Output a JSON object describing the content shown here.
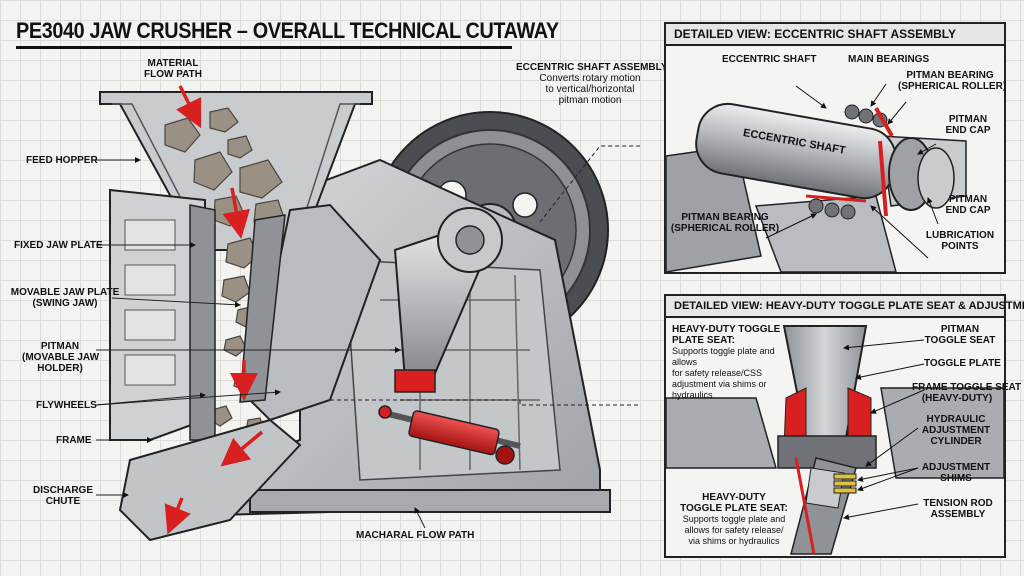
{
  "title": "PE3040 JAW CRUSHER – OVERALL TECHNICAL CUTAWAY",
  "main_labels": {
    "material_flow_path": [
      "MATERIAL",
      "FLOW PATH"
    ],
    "feed_hopper": "FEED HOPPER",
    "fixed_jaw_plate": "FIXED JAW PLATE",
    "movable_jaw_plate": [
      "MOVABLE JAW PLATE",
      "(SWING JAW)"
    ],
    "pitman": [
      "PITMAN",
      "(MOVABLE JAW",
      "HOLDER)"
    ],
    "flywheels": "FLYWHEELS",
    "frame": "FRAME",
    "discharge_chute": [
      "DISCHARGE",
      "CHUTE"
    ],
    "mechanical_flow_path": "MACHARAL FLOW PATH",
    "eccentric_callout": {
      "heading": "ECCENTRIC SHAFT ASSEMBLY:",
      "lines": [
        "Converts rotary motion",
        "to vertical/horizontal",
        "pitman motion"
      ]
    }
  },
  "panel_shaft": {
    "title": "DETAILED VIEW: ECCENTRIC SHAFT ASSEMBLY",
    "shaft_text": "ECCENTRIC SHAFT",
    "labels": {
      "eccentric_shaft": "ECCENTRIC SHAFT",
      "main_bearings": "MAIN BEARINGS",
      "pitman_bearing_top": [
        "PITMAN BEARING",
        "(SPHERICAL ROLLER)"
      ],
      "pitman_end_cap_1": [
        "PITMAN",
        "END CAP"
      ],
      "pitman_end_cap_2": [
        "PITMAN",
        "END CAP"
      ],
      "pitman_bearing_bottom": [
        "PITMAN BEARING",
        "(SPHERICAL ROLLER)"
      ],
      "lubrication_points": [
        "LUBRICATION",
        "POINTS"
      ]
    }
  },
  "panel_toggle": {
    "title": "DETAILED VIEW: HEAVY-DUTY TOGGLE PLATE SEAT & ADJUSTMENT",
    "note_top": {
      "heading": [
        "HEAVY-DUTY TOGGLE",
        "PLATE SEAT:"
      ],
      "lines": [
        "Supports toggle plate and allows",
        "for safety release/CSS",
        "adjustment via shims or",
        "hydraulics"
      ]
    },
    "note_bottom": {
      "heading": [
        "HEAVY-DUTY",
        "TOGGLE PLATE SEAT:"
      ],
      "lines": [
        "Supports toggle plate and",
        "allows for safety release/",
        "via shims or hydraulics"
      ]
    },
    "labels": {
      "pitman_toggle_seat": [
        "PITMAN",
        "TOGGLE SEAT"
      ],
      "toggle_plate": "TOGGLE PLATE",
      "frame_toggle_seat": [
        "FRAME TOGGLE SEAT",
        "(HEAVY-DUTY)"
      ],
      "hydraulic_cylinder": [
        "HYDRAULIC",
        "ADJUSTMENT",
        "CYLINDER"
      ],
      "adjustment_shims": [
        "ADJUSTMENT",
        "SHIMS"
      ],
      "tension_rod": [
        "TENSION ROD",
        "ASSEMBLY"
      ]
    }
  },
  "colors": {
    "ink": "#111111",
    "steel": "#b9bcc0",
    "steel_dark": "#7d8186",
    "steel_light": "#d8dadc",
    "accent_red": "#d7201f",
    "rock": "#9a9184"
  }
}
